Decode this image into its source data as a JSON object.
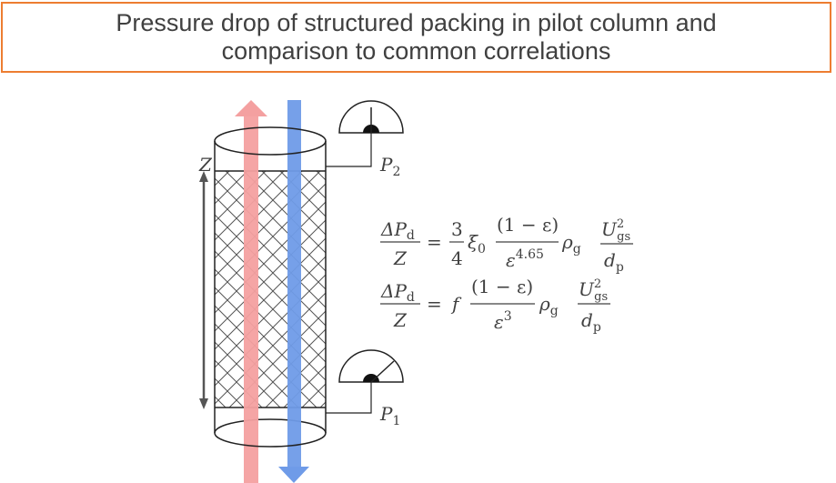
{
  "title": {
    "line1": "Pressure drop of structured packing in pilot column and",
    "line2": "comparison to common correlations"
  },
  "labels": {
    "height": "Z",
    "p_top": "P",
    "p_top_sub": "2",
    "p_bottom": "P",
    "p_bottom_sub": "1"
  },
  "equation1": {
    "lhs_num": "ΔP",
    "lhs_num_sub": "d",
    "lhs_den": "Z",
    "equals": "=",
    "coef_num": "3",
    "coef_den": "4",
    "xi": "ξ",
    "xi_sub": "0",
    "frac_num": "(1 − ε)",
    "frac_den": "ε",
    "frac_den_exp": "4.65",
    "rho": "ρ",
    "rho_sub": "g",
    "u_num": "U",
    "u_sup": "2",
    "u_sub": "gs",
    "d_den": "d",
    "d_sub": "p"
  },
  "equation2": {
    "lhs_num": "ΔP",
    "lhs_num_sub": "d",
    "lhs_den": "Z",
    "equals": "=",
    "f": "f",
    "frac_num": "(1 − ε)",
    "frac_den": "ε",
    "frac_den_exp": "3",
    "rho": "ρ",
    "rho_sub": "g",
    "u_num": "U",
    "u_sup": "2",
    "u_sub": "gs",
    "d_den": "d",
    "d_sub": "p"
  },
  "colors": {
    "title_border": "#ed7d31",
    "gas_arrow": "#f4a0a0",
    "liquid_arrow": "#6f9be8",
    "text": "#404040"
  }
}
